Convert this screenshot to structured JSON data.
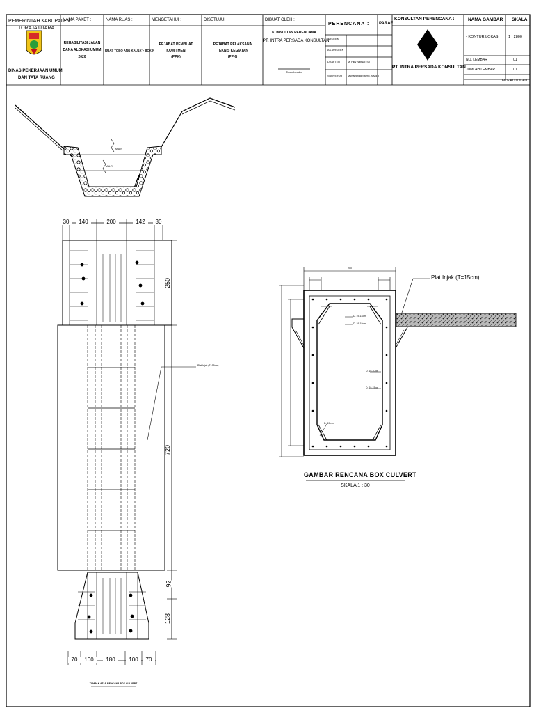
{
  "title_block": {
    "owner_line1": "PEMERINTAH KABUPATEN",
    "owner_line2": "TORAJA UTARA",
    "agency_line1": "DINAS PEKERJAAN UMUM",
    "agency_line2": "DAN TATA RUANG",
    "nama_paket_label": "NAMA PAKET :",
    "nama_paket_line1": "REHABILITASI JALAN",
    "nama_paket_line2": "DANA ALOKASI UMUM",
    "nama_paket_line3": "2020",
    "nama_ruas_label": "NAMA RUAS :",
    "nama_ruas_value": "RUAS TOBO ANG KALUA' - BOKIN",
    "mengetahui_label": "MENGETAHUI :",
    "mengetahui_line1": "PEJABAT PEMBUAT",
    "mengetahui_line2": "KOMITMEN",
    "mengetahui_line3": "(PPK)",
    "disetujui_label": "DISETUJUI :",
    "disetujui_line1": "PEJABAT PELAKSANA",
    "disetujui_line2": "TEKNIS KEGIATAN",
    "disetujui_line3": "(PPK)",
    "dibuat_label": "DIBUAT OLEH :",
    "dibuat_line1": "KONSULTAN PERENCANA",
    "dibuat_line2": "PT. INTRA PERSADA KONSULTAN",
    "dibuat_role": "Team Leader",
    "perencana_label": "PERENCANA :",
    "paraf_label": "PARAF",
    "rows": [
      {
        "role": "ARSITEK",
        "name": ""
      },
      {
        "role": "AS. ARSITEK",
        "name": ""
      },
      {
        "role": "DRAFTER",
        "name": "M. Fiky Nahsar, ST"
      },
      {
        "role": "SURVEYOR",
        "name": "Muhammad Salmil, A.Md.T"
      }
    ],
    "konsultan_label": "KONSULTAN PERENCANA :",
    "konsultan_name": "PT. INTRA PERSADA KONSULTAN",
    "nama_gambar_label": "NAMA GAMBAR",
    "skala_label": "SKALA",
    "nama_gambar_value": "- KONTUR LOKASI",
    "skala_value": "1 : 2800",
    "no_lembar_label": "NO. LEMBAR",
    "no_lembar_value": "01",
    "jumlah_lembar_label": "JUMLAH LEMBAR",
    "jumlah_lembar_value": "01",
    "file_label": "FILE AUTOCAD"
  },
  "plan": {
    "dims_top": [
      "30",
      "140",
      "200",
      "142",
      "30"
    ],
    "dims_bottom": [
      "70",
      "100",
      "180",
      "100",
      "70"
    ],
    "dims_right": [
      "250",
      "720",
      "92",
      "128"
    ],
    "callout": "Plat Injak (T=15cm)",
    "caption": "TAMPAK ATAS RENCANA BOX CULVERT"
  },
  "section": {
    "label_plat": "Plat Injak (T=15cm)",
    "rebar_labels": [
      "D. 19-14cm",
      "D. 19-18cm",
      "D. 19-10cm",
      "D. 19-15cm",
      "D. 19mm"
    ],
    "dim_top": "200",
    "caption": "GAMBAR RENCANA BOX CULVERT",
    "scale": "SKALA 1 : 30"
  },
  "channel": {
    "water_labels": [
      "M.A.N",
      "M.A.R"
    ]
  }
}
